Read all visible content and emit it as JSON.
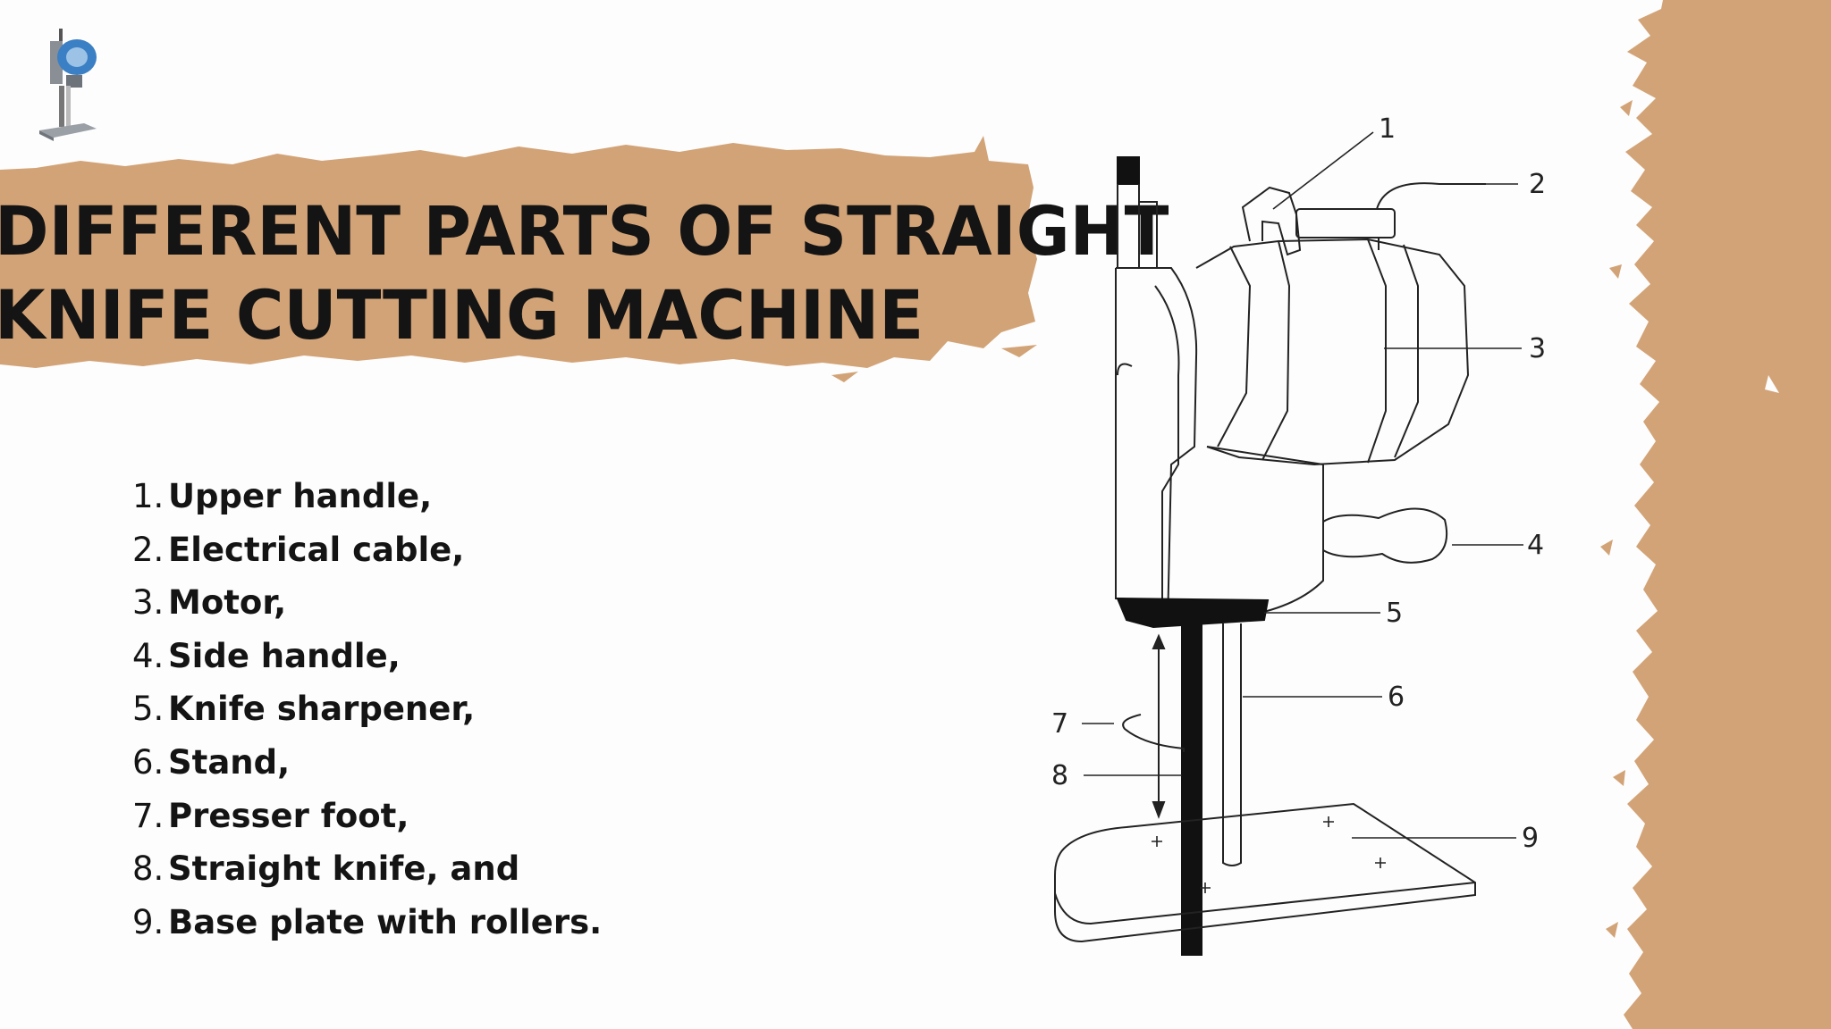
{
  "title": {
    "line1": "DIFFERENT PARTS OF STRAIGHT",
    "line2": "KNIFE CUTTING MACHINE"
  },
  "parts": [
    {
      "num": "1.",
      "label": "Upper handle,"
    },
    {
      "num": "2.",
      "label": "Electrical cable,"
    },
    {
      "num": "3.",
      "label": "Motor,"
    },
    {
      "num": "4.",
      "label": "Side handle,"
    },
    {
      "num": "5.",
      "label": "Knife sharpener,"
    },
    {
      "num": "6.",
      "label": "Stand,"
    },
    {
      "num": "7.",
      "label": "Presser foot,"
    },
    {
      "num": "8.",
      "label": "Straight knife, and"
    },
    {
      "num": "9.",
      "label": "Base plate with rollers."
    }
  ],
  "diagram": {
    "callouts": [
      "1",
      "2",
      "3",
      "4",
      "5",
      "6",
      "7",
      "8",
      "9"
    ]
  },
  "colors": {
    "accent": "#d2a377",
    "background": "#fdfdfd",
    "text": "#141414"
  }
}
